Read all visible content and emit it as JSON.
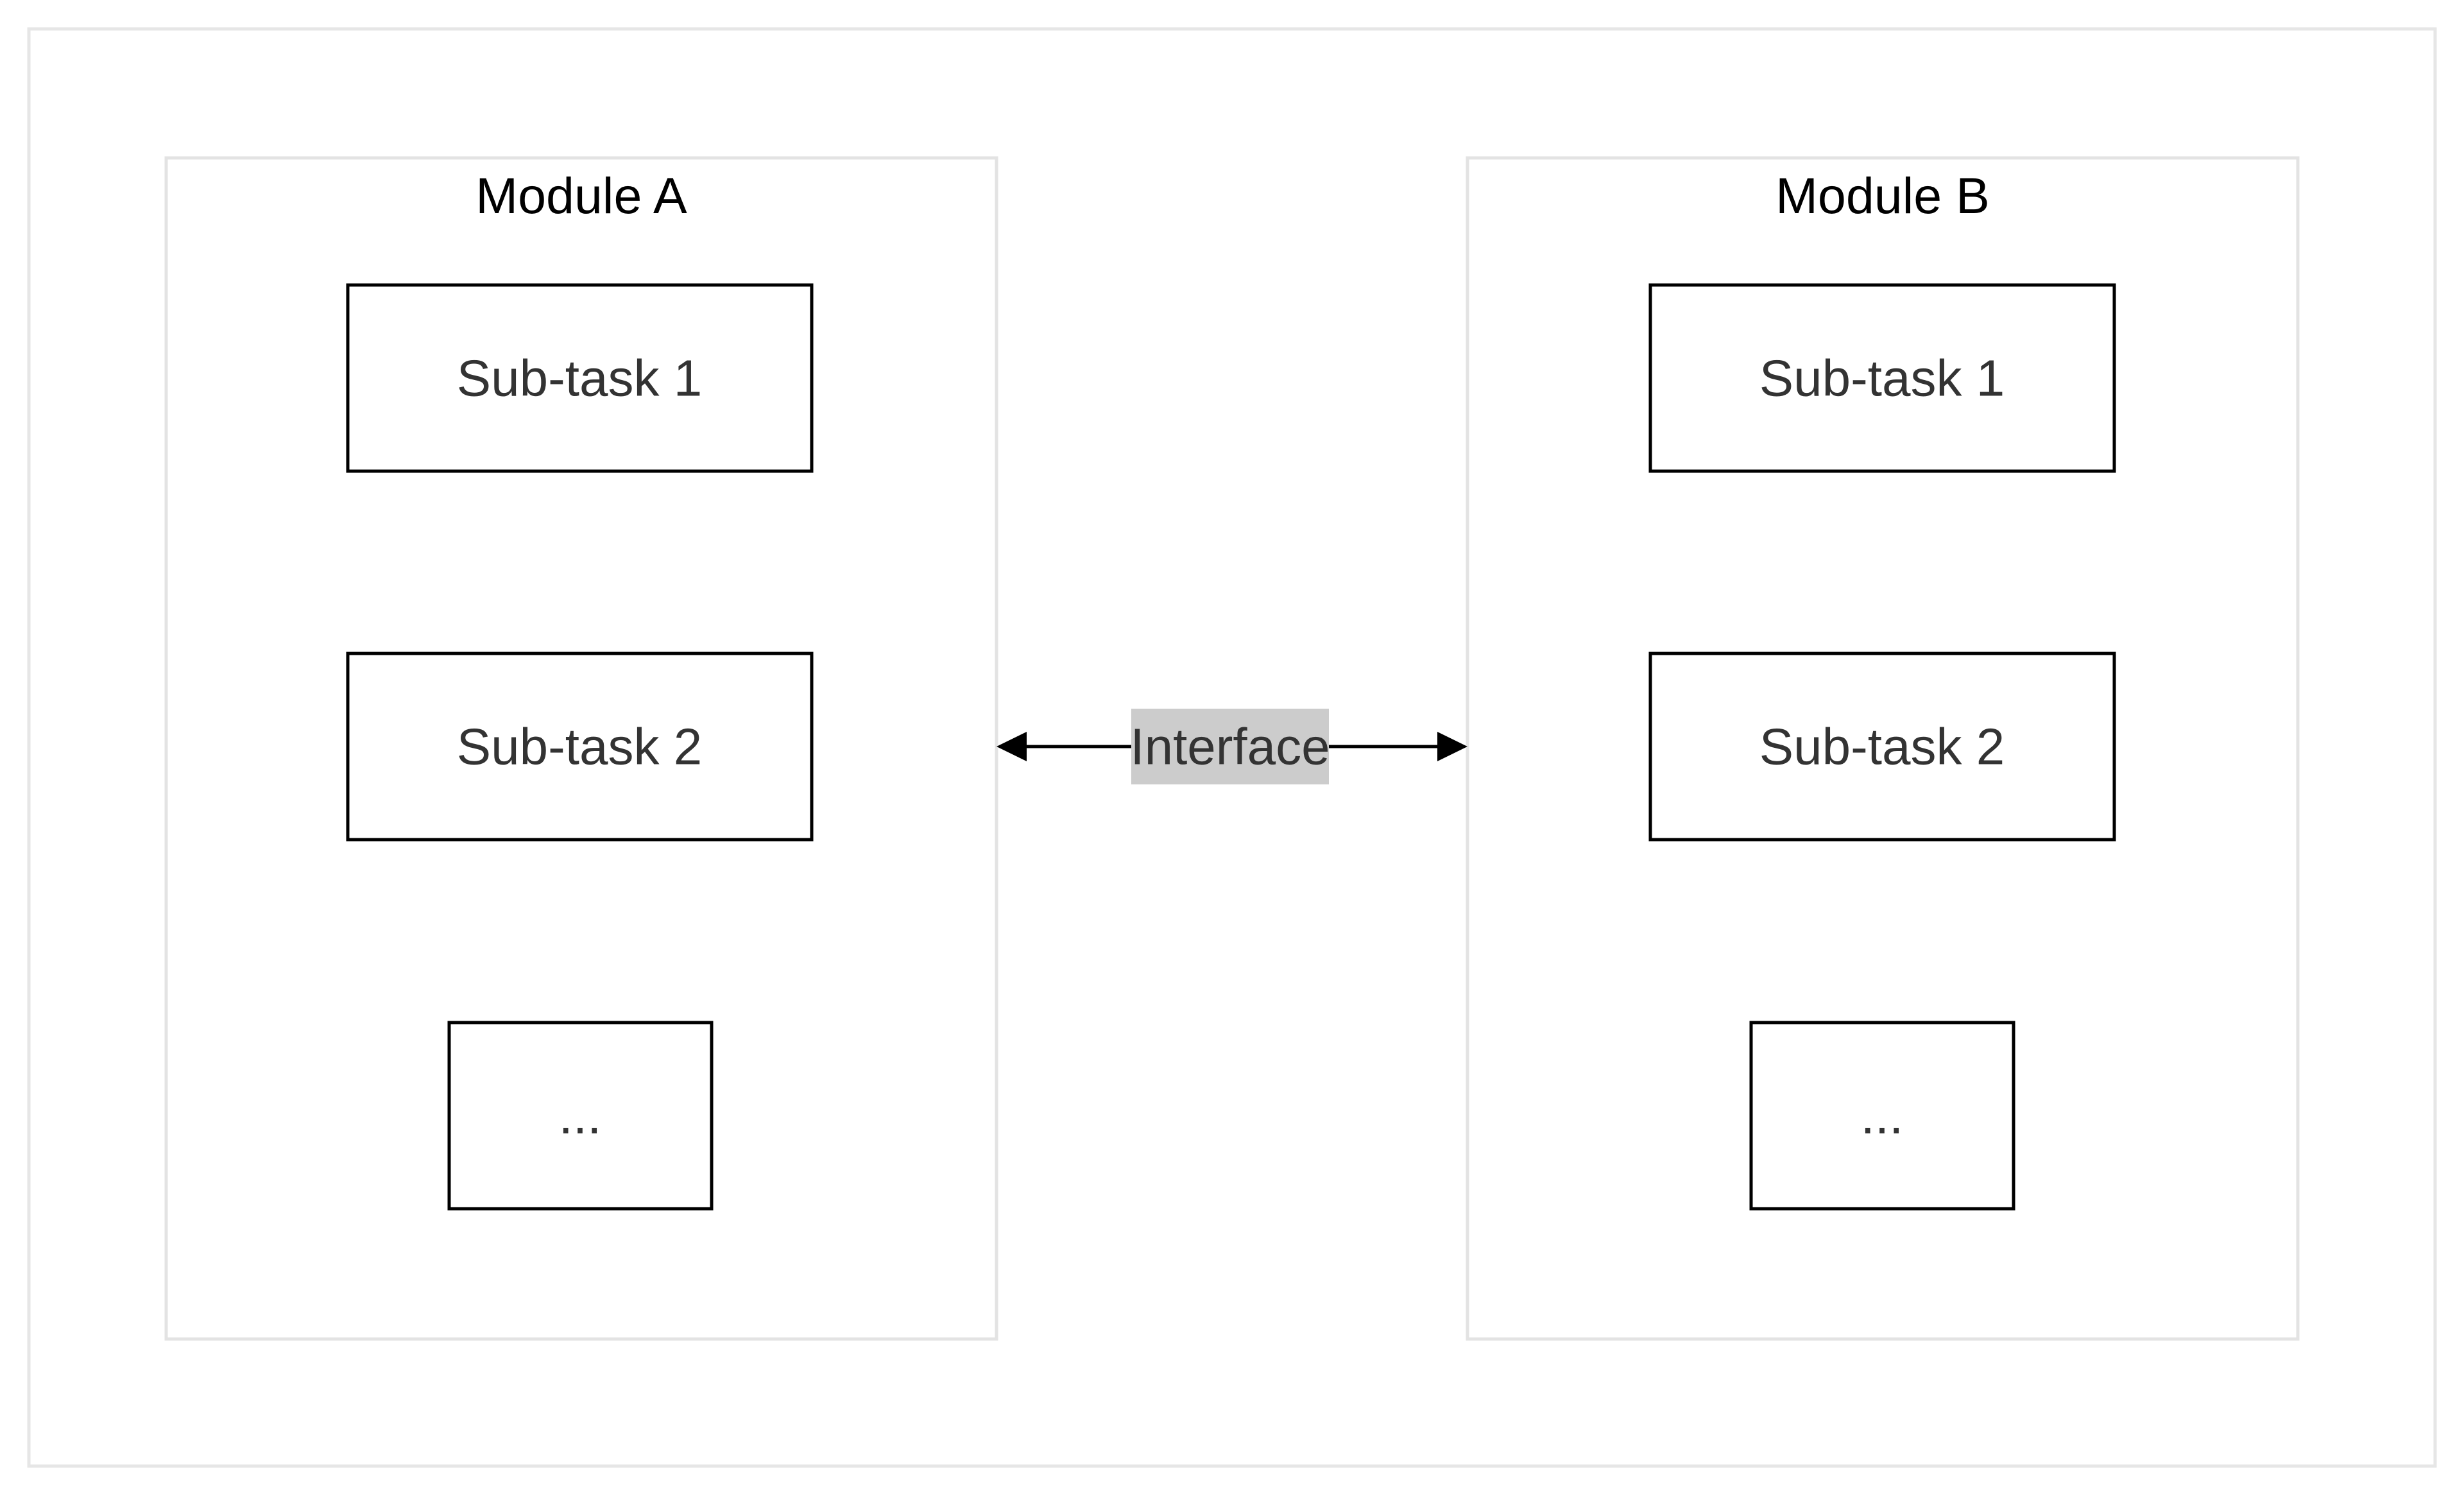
{
  "modules": [
    {
      "title": "Module A",
      "tasks": [
        "Sub-task 1",
        "Sub-task 2",
        "..."
      ]
    },
    {
      "title": "Module B",
      "tasks": [
        "Sub-task 1",
        "Sub-task 2",
        "..."
      ]
    }
  ],
  "connection": {
    "label": "Interface",
    "direction": "bidirectional",
    "from": "Module A",
    "to": "Module B"
  },
  "colors": {
    "frame_border": "#e6e6e6",
    "module_border": "#e3e3e3",
    "task_border": "#000000",
    "task_text": "#333333",
    "label_background": "#cccccc"
  }
}
